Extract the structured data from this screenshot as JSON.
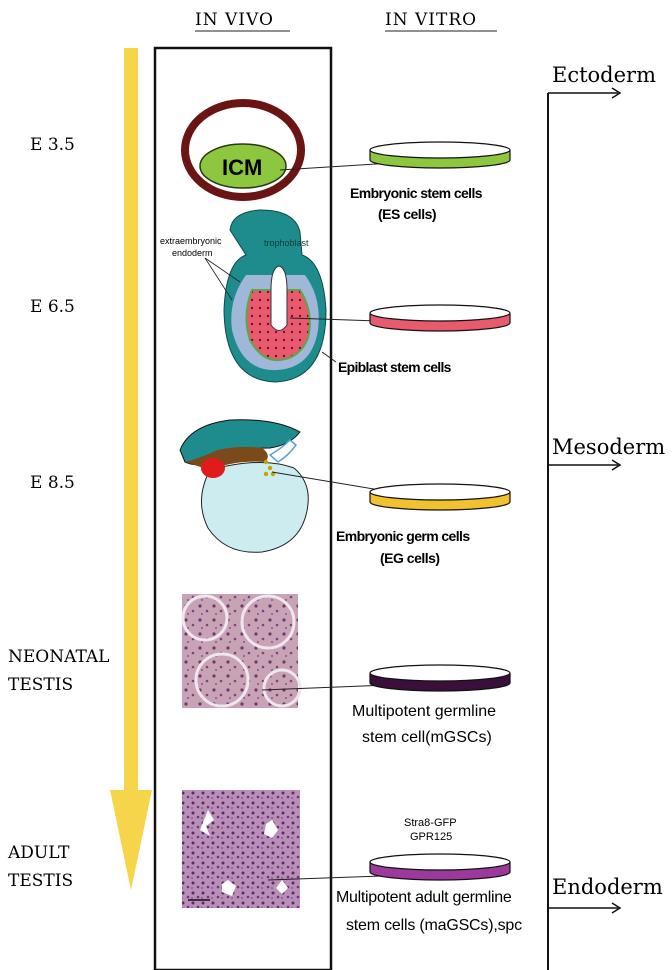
{
  "headers": {
    "in_vivo": "IN VIVO",
    "in_vitro": "IN VITRO"
  },
  "stages": {
    "e35": "E 3.5",
    "e65": "E 6.5",
    "e85": "E 8.5",
    "neonatal_1": "NEONATAL",
    "neonatal_2": "TESTIS",
    "adult_1": "ADULT",
    "adult_2": "TESTIS"
  },
  "embryo": {
    "icm": "ICM",
    "trophoblast": "trophoblast",
    "extra_1": "extraembryonic",
    "extra_2": "endoderm"
  },
  "cells": {
    "es_1": "Embryonic stem cells",
    "es_2": "(ES cells)",
    "epi": "Epiblast stem cells",
    "eg_1": "Embryonic germ cells",
    "eg_2": "(EG cells)",
    "mgsc_1": "Multipotent germline",
    "mgsc_2": "stem cell(mGSCs)",
    "markers_1": "Stra8-GFP",
    "markers_2": "GPR125",
    "magsc_1": "Multipotent adult germline",
    "magsc_2": "stem cells (maGSCs),spc"
  },
  "germ_layers": {
    "ectoderm": "Ectoderm",
    "mesoderm": "Mesoderm",
    "endoderm": "Endoderm"
  },
  "colors": {
    "arrow": "#F7D54A",
    "icm": "#8DC63F",
    "epiblast": "#E85A6E",
    "germ": "#F2C12E",
    "mgsc": "#3A0F3A",
    "magsc": "#9B3A9B",
    "trophoblast": "#1E8C8C"
  }
}
